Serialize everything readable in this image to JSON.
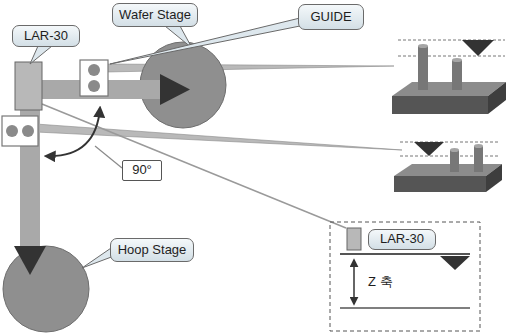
{
  "diagram": {
    "nodes": [
      {
        "text": [
          "Wafer Stage"
        ]
      },
      {
        "text": [
          "GUIDE"
        ]
      },
      {
        "text": [
          "LAR-30"
        ]
      },
      {
        "text": [
          "90°"
        ]
      },
      {
        "text": [
          "Hoop Stage"
        ]
      },
      {
        "text": [
          "LAR-30"
        ]
      }
    ],
    "labels": [
      "Z 축"
    ]
  }
}
